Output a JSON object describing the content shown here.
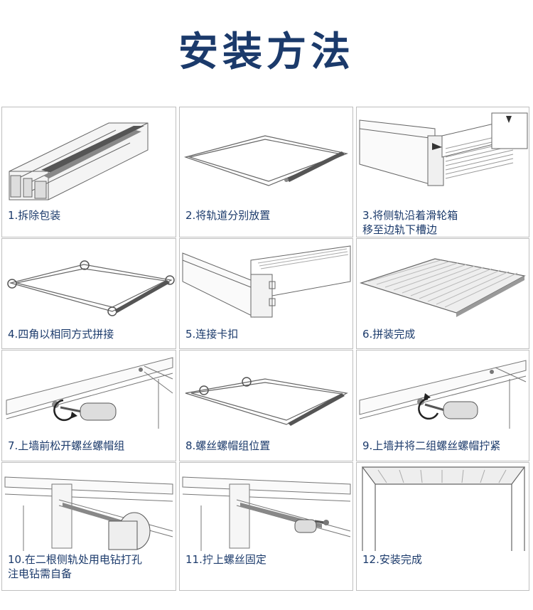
{
  "title": "安装方法",
  "steps": [
    {
      "caption": "1.拆除包装",
      "illustration": "rail-profile-icon"
    },
    {
      "caption": "2.将轨道分别放置",
      "illustration": "rails-laid-out-icon"
    },
    {
      "caption": "3.将侧轨沿着滑轮箱\n移至边轨下槽边",
      "illustration": "slide-rail-icon"
    },
    {
      "caption": "4.四角以相同方式拼接",
      "illustration": "corner-joint-icon"
    },
    {
      "caption": "5.连接卡扣",
      "illustration": "clip-connect-icon"
    },
    {
      "caption": "6.拼装完成",
      "illustration": "assembled-frame-icon"
    },
    {
      "caption": "7.上墙前松开螺丝螺帽组",
      "illustration": "screwdriver-loosen-icon"
    },
    {
      "caption": "8.螺丝螺帽组位置",
      "illustration": "screw-position-icon"
    },
    {
      "caption": "9.上墙并将二组螺丝螺帽拧紧",
      "illustration": "screwdriver-tighten-icon"
    },
    {
      "caption": "10.在二根侧轨处用电钻打孔\n注电钻需自备",
      "illustration": "drill-hole-icon"
    },
    {
      "caption": "11.拧上螺丝固定",
      "illustration": "screw-fix-icon"
    },
    {
      "caption": "12.安装完成",
      "illustration": "installed-skylight-icon"
    }
  ],
  "colors": {
    "title": "#1b3a6b",
    "caption": "#1b3a6b",
    "border": "#bfbfbf",
    "line": "#555555"
  }
}
